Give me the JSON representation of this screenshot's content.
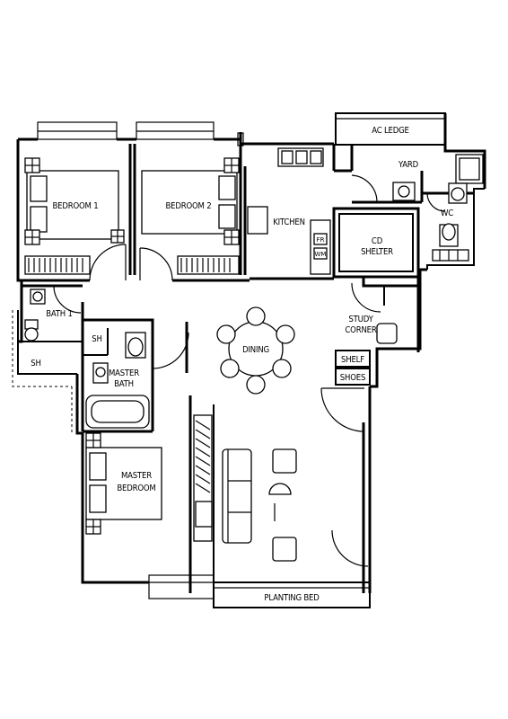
{
  "labels": {
    "ac_ledge": "AC LEDGE",
    "yard": "YARD",
    "wc": "WC",
    "bedroom1": "BEDROOM 1",
    "bedroom2": "BEDROOM 2",
    "kitchen": "KITCHEN",
    "cd_shelter_1": "CD",
    "cd_shelter_2": "SHELTER",
    "bath1": "BATH 1",
    "sh_a": "SH",
    "sh_b": "SH",
    "dining": "DINING",
    "study_1": "STUDY",
    "study_2": "CORNER",
    "shelf": "SHELF",
    "shoes": "SHOES",
    "master_bath_1": "MASTER",
    "master_bath_2": "BATH",
    "master_bed_1": "MASTER",
    "master_bed_2": "BEDROOM",
    "planting_bed": "PLANTING BED",
    "kitchen_fridge": "FR",
    "kitchen_wm": "WM"
  }
}
